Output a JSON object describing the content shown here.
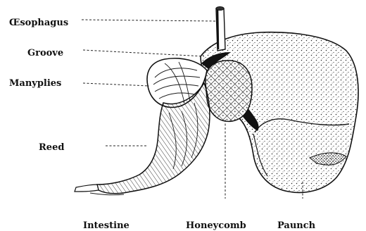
{
  "figure": {
    "labels": {
      "oesophagus": "Œsophagus",
      "groove": "Groove",
      "manyplies": "Manyplies",
      "reed": "Reed",
      "intestine": "Intestine",
      "honeycomb": "Honeycomb",
      "paunch": "Paunch"
    },
    "colors": {
      "ink": "#111111",
      "paper": "#ffffff"
    }
  }
}
